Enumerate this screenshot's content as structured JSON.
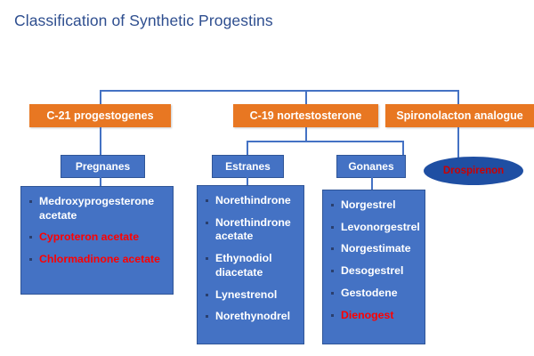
{
  "title": "Classification of Synthetic Progestins",
  "categories": [
    {
      "label": "C-21 progestogenes"
    },
    {
      "label": "C-19 nortestosterone"
    },
    {
      "label": "Spironolacton analogue"
    }
  ],
  "subgroups": [
    {
      "label": "Pregnanes"
    },
    {
      "label": "Estranes"
    },
    {
      "label": "Gonanes"
    }
  ],
  "ellipse": {
    "label": "Drospirenon"
  },
  "lists": {
    "pregnanes": [
      {
        "text": "Medroxyprogesterone acetate",
        "color": "white"
      },
      {
        "text": "Cyproteron acetate",
        "color": "red"
      },
      {
        "text": "Chlormadinone acetate",
        "color": "red"
      }
    ],
    "estranes": [
      {
        "text": "Norethindrone",
        "color": "white"
      },
      {
        "text": "Norethindrone acetate",
        "color": "white"
      },
      {
        "text": "Ethynodiol diacetate",
        "color": "white"
      },
      {
        "text": "Lynestrenol",
        "color": "white"
      },
      {
        "text": "Norethynodrel",
        "color": "white"
      }
    ],
    "gonanes": [
      {
        "text": "Norgestrel",
        "color": "white"
      },
      {
        "text": "Levonorgestrel",
        "color": "white"
      },
      {
        "text": "Norgestimate",
        "color": "white"
      },
      {
        "text": "Desogestrel",
        "color": "white"
      },
      {
        "text": "Gestodene",
        "color": "white"
      },
      {
        "text": "Dienogest",
        "color": "red"
      }
    ]
  },
  "colors": {
    "title_blue": "#2E4E8F",
    "orange": "#E87722",
    "blue": "#4472C4",
    "ellipse_blue": "#1F4FA3",
    "red": "#FF0000"
  }
}
